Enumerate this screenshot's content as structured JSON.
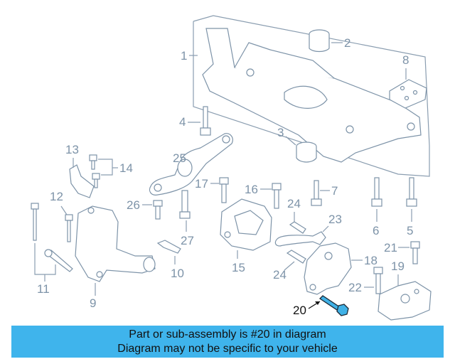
{
  "callouts": [
    "1",
    "2",
    "3",
    "4",
    "5",
    "6",
    "7",
    "8",
    "9",
    "10",
    "11",
    "12",
    "13",
    "14",
    "15",
    "16",
    "17",
    "18",
    "19",
    "20",
    "21",
    "22",
    "23",
    "24",
    "24",
    "25",
    "26",
    "27"
  ],
  "highlight": {
    "part_number": "20",
    "color": "#3fb4ec"
  },
  "caption": {
    "line1": "Part or sub-assembly is #20 in diagram",
    "line2": "Diagram may not be specific to your vehicle"
  }
}
